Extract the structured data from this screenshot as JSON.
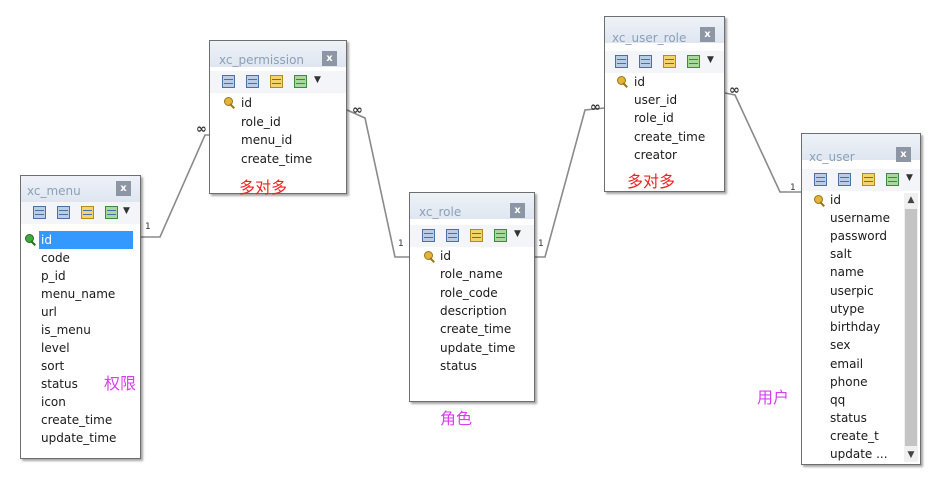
{
  "tables": {
    "menu": {
      "title": "xc_menu",
      "close": "x",
      "fields": [
        "id",
        "code",
        "p_id",
        "menu_name",
        "url",
        "is_menu",
        "level",
        "sort",
        "status",
        "icon",
        "create_time",
        "update_time"
      ]
    },
    "permission": {
      "title": "xc_permission",
      "close": "x",
      "fields": [
        "id",
        "role_id",
        "menu_id",
        "create_time"
      ]
    },
    "role": {
      "title": "xc_role",
      "close": "x",
      "fields": [
        "id",
        "role_name",
        "role_code",
        "description",
        "create_time",
        "update_time",
        "status"
      ]
    },
    "user_role": {
      "title": "xc_user_role",
      "close": "x",
      "fields": [
        "id",
        "user_id",
        "role_id",
        "create_time",
        "creator"
      ]
    },
    "user": {
      "title": "xc_user",
      "close": "x",
      "fields": [
        "id",
        "username",
        "password",
        "salt",
        "name",
        "userpic",
        "utype",
        "birthday",
        "sex",
        "email",
        "phone",
        "qq",
        "status",
        "create_t",
        "update ..."
      ]
    }
  },
  "annotations": {
    "menu": "权限",
    "permission": "多对多",
    "role": "角色",
    "user_role": "多对多",
    "user": "用户"
  },
  "relations": {
    "one": "1",
    "many": "∞"
  },
  "colors": {
    "annotation_pink": "#d93df0",
    "annotation_red": "#ee2222",
    "selection": "#3399ff"
  },
  "icons": [
    "table-grid-icon",
    "table-design-icon",
    "key-edit-icon",
    "import-icon",
    "dropdown-arrow-icon",
    "primary-key-icon"
  ]
}
